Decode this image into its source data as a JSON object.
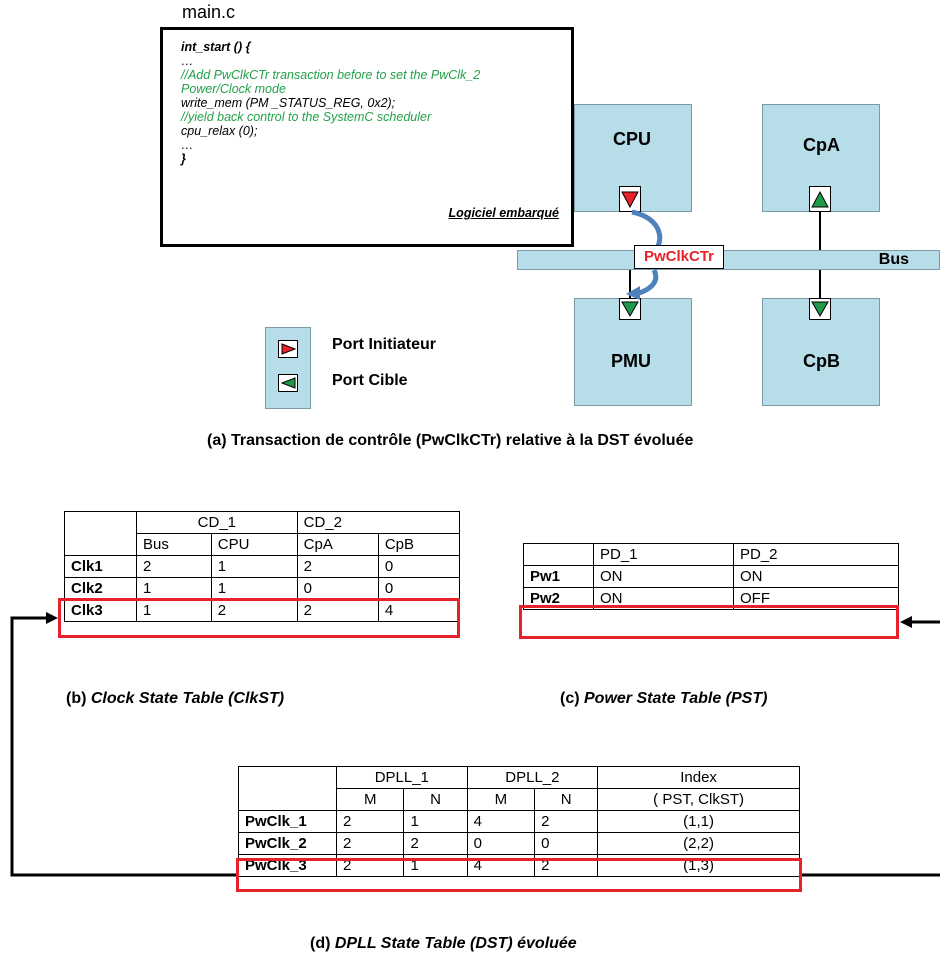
{
  "code": {
    "file": "main.c",
    "lines": [
      {
        "text": "int_start () {",
        "kind": "bold"
      },
      {
        "text": "…",
        "kind": "plain"
      },
      {
        "text": "//Add PwClkCTr transaction before to set the PwClk_2",
        "kind": "comment"
      },
      {
        "text": "Power/Clock mode",
        "kind": "comment"
      },
      {
        "text": "write_mem (PM _STATUS_REG, 0x2);",
        "kind": "plain"
      },
      {
        "text": "//yield back control to the SystemC scheduler",
        "kind": "comment"
      },
      {
        "text": "cpu_relax (0);",
        "kind": "plain"
      },
      {
        "text": "…",
        "kind": "plain"
      },
      {
        "text": "}",
        "kind": "bold"
      }
    ],
    "caption": "Logiciel embarqué"
  },
  "blocks": {
    "cpu": "CPU",
    "cpa": "CpA",
    "pmu": "PMU",
    "cpb": "CpB",
    "bus": "Bus"
  },
  "transaction_label": "PwClkCTr",
  "legend": {
    "initiator": "Port Initiateur",
    "target": "Port Cible"
  },
  "colors": {
    "block": "#b7dde8",
    "initiator_port": "#e8222a",
    "target_port": "#1f9a4a",
    "highlight": "#e8222a",
    "comment": "#22a04a",
    "arrow": "#4f81bd"
  },
  "captions": {
    "a_prefix": "(a)  Transaction de contrôle (PwClkCTr) relative à la ",
    "a_dst": "DST",
    "a_suffix": " évoluée",
    "b_prefix": "(b) ",
    "b_italic": "Clock State Table (ClkST)",
    "c_prefix": "(c) ",
    "c_italic": "Power State Table (PST)",
    "d_prefix": "(d) ",
    "d_italic": "DPLL State Table (DST) évoluée"
  },
  "clkst": {
    "groups": [
      "CD_1",
      "CD_2"
    ],
    "columns": [
      "Bus",
      "CPU",
      "CpA",
      "CpB"
    ],
    "rows": [
      {
        "name": "Clk1",
        "values": [
          "2",
          "1",
          "2",
          "0"
        ]
      },
      {
        "name": "Clk2",
        "values": [
          "1",
          "1",
          "0",
          "0"
        ]
      },
      {
        "name": "Clk3",
        "values": [
          "1",
          "2",
          "2",
          "4"
        ]
      }
    ]
  },
  "pst": {
    "columns": [
      "PD_1",
      "PD_2"
    ],
    "rows": [
      {
        "name": "Pw1",
        "values": [
          "ON",
          "ON"
        ]
      },
      {
        "name": "Pw2",
        "values": [
          "ON",
          "OFF"
        ]
      }
    ]
  },
  "dst": {
    "groups": [
      "DPLL_1",
      "DPLL_2",
      "Index"
    ],
    "columns": [
      "M",
      "N",
      "M",
      "N",
      "( PST, ClkST)"
    ],
    "rows": [
      {
        "name": "PwClk_1",
        "values": [
          "2",
          "1",
          "4",
          "2",
          "(1,1)"
        ]
      },
      {
        "name": "PwClk_2",
        "values": [
          "2",
          "2",
          "0",
          "0",
          "(2,2)"
        ]
      },
      {
        "name": "PwClk_3",
        "values": [
          "2",
          "1",
          "4",
          "2",
          "(1,3)"
        ]
      }
    ]
  }
}
